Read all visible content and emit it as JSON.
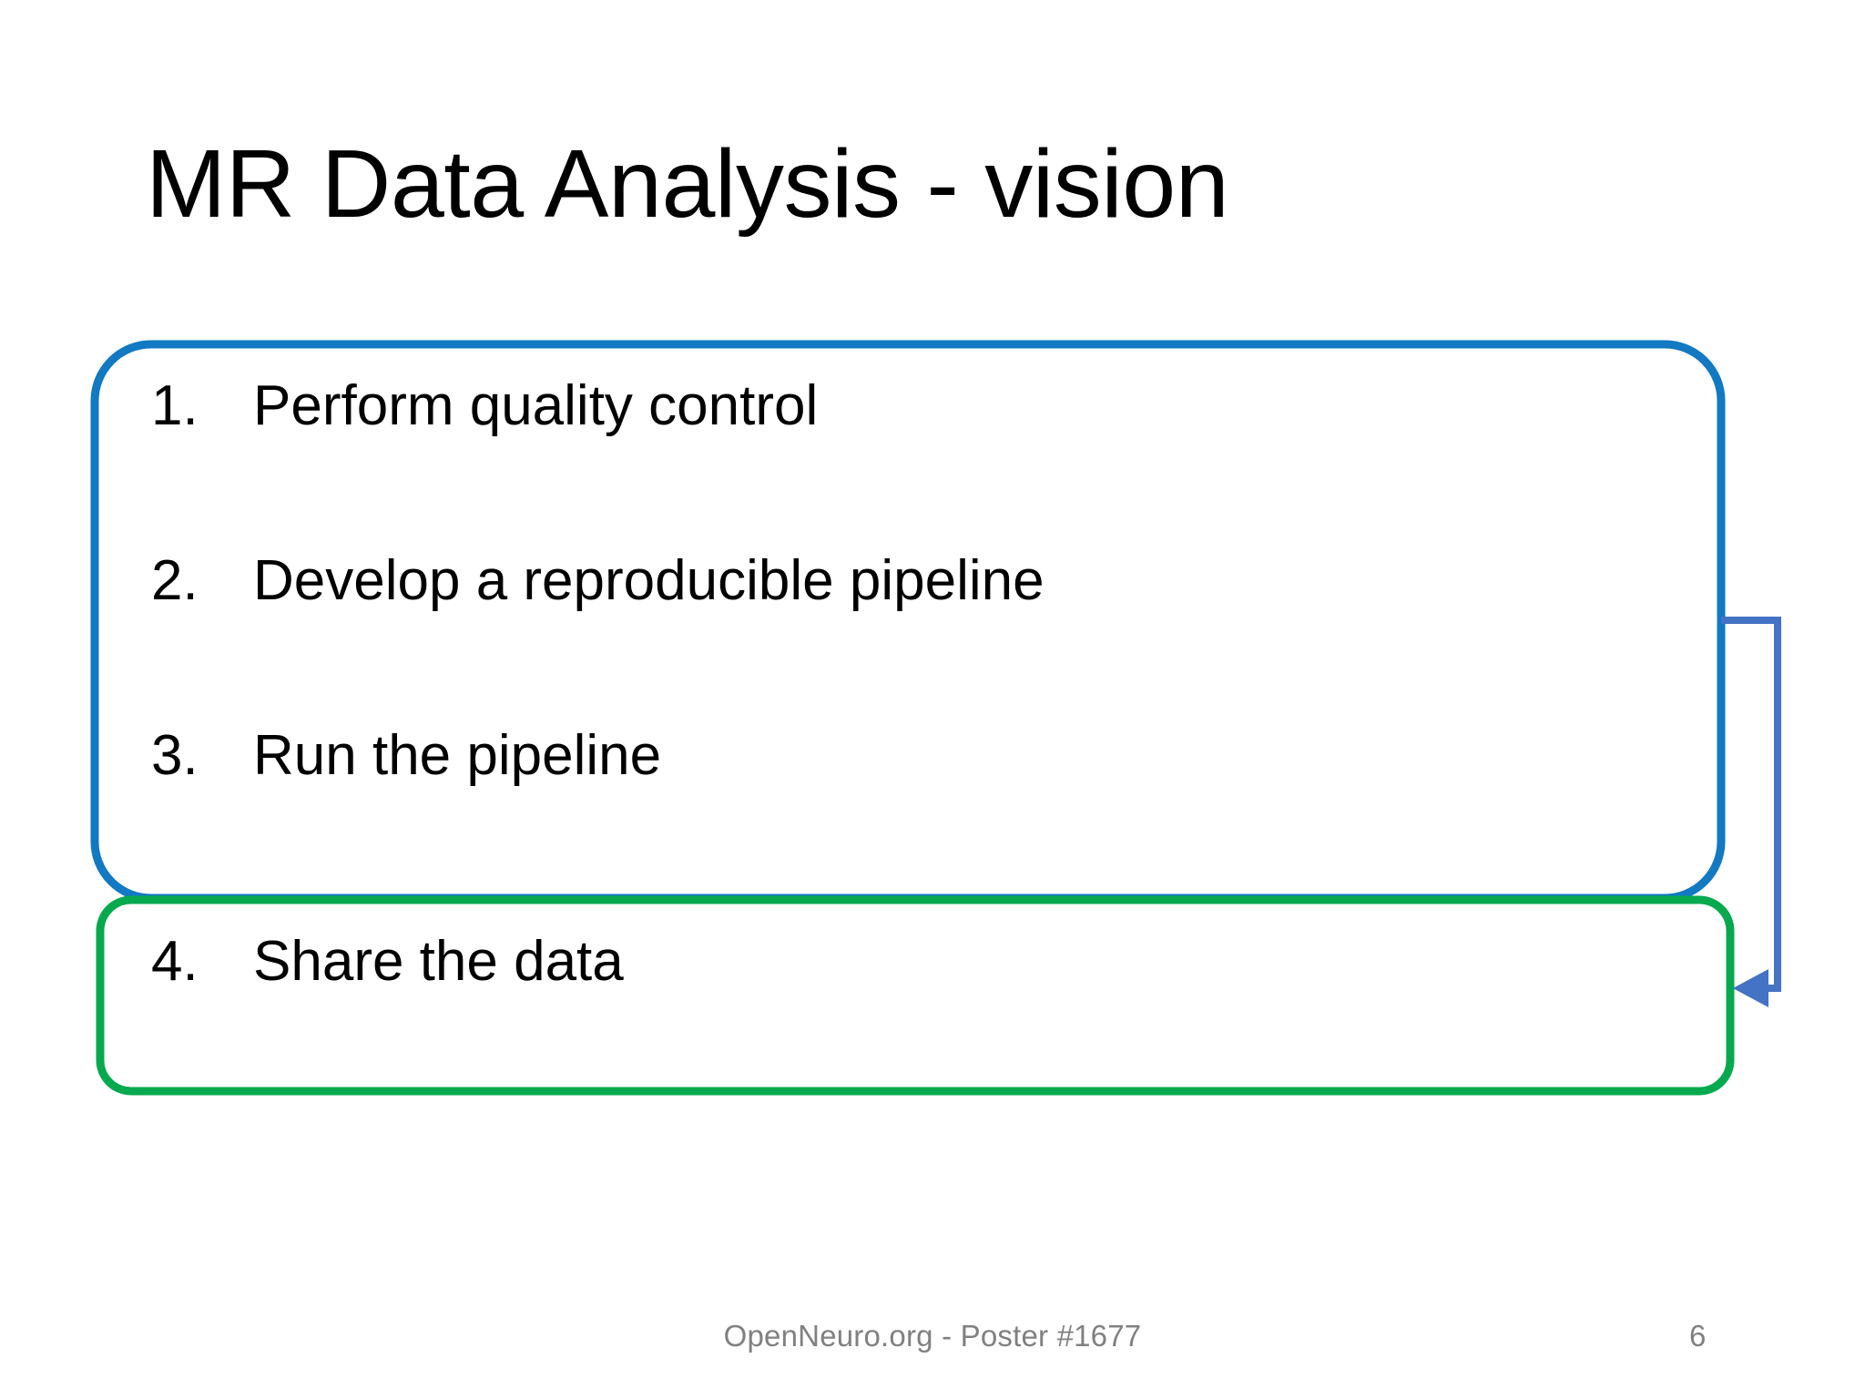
{
  "slide": {
    "title": "MR Data Analysis - vision",
    "page_number": "6",
    "footer": "OpenNeuro.org  - Poster #1677",
    "background_color": "#FFFFFF"
  },
  "blue_box": {
    "border_color": "#1279C3",
    "items": [
      {
        "number": "1.",
        "label": "Perform quality control"
      },
      {
        "number": "2.",
        "label": "Develop a reproducible pipeline"
      },
      {
        "number": "3.",
        "label": "Run the pipeline"
      }
    ]
  },
  "green_box": {
    "border_color": "#06A94E",
    "items": [
      {
        "number": "4.",
        "label": "Share the data"
      }
    ]
  },
  "connector": {
    "color": "#4472C4",
    "direction": "from-blue-box-right-to-green-box-right",
    "arrowhead": "left"
  },
  "text_color": "#000000",
  "footer_color": "#808080"
}
